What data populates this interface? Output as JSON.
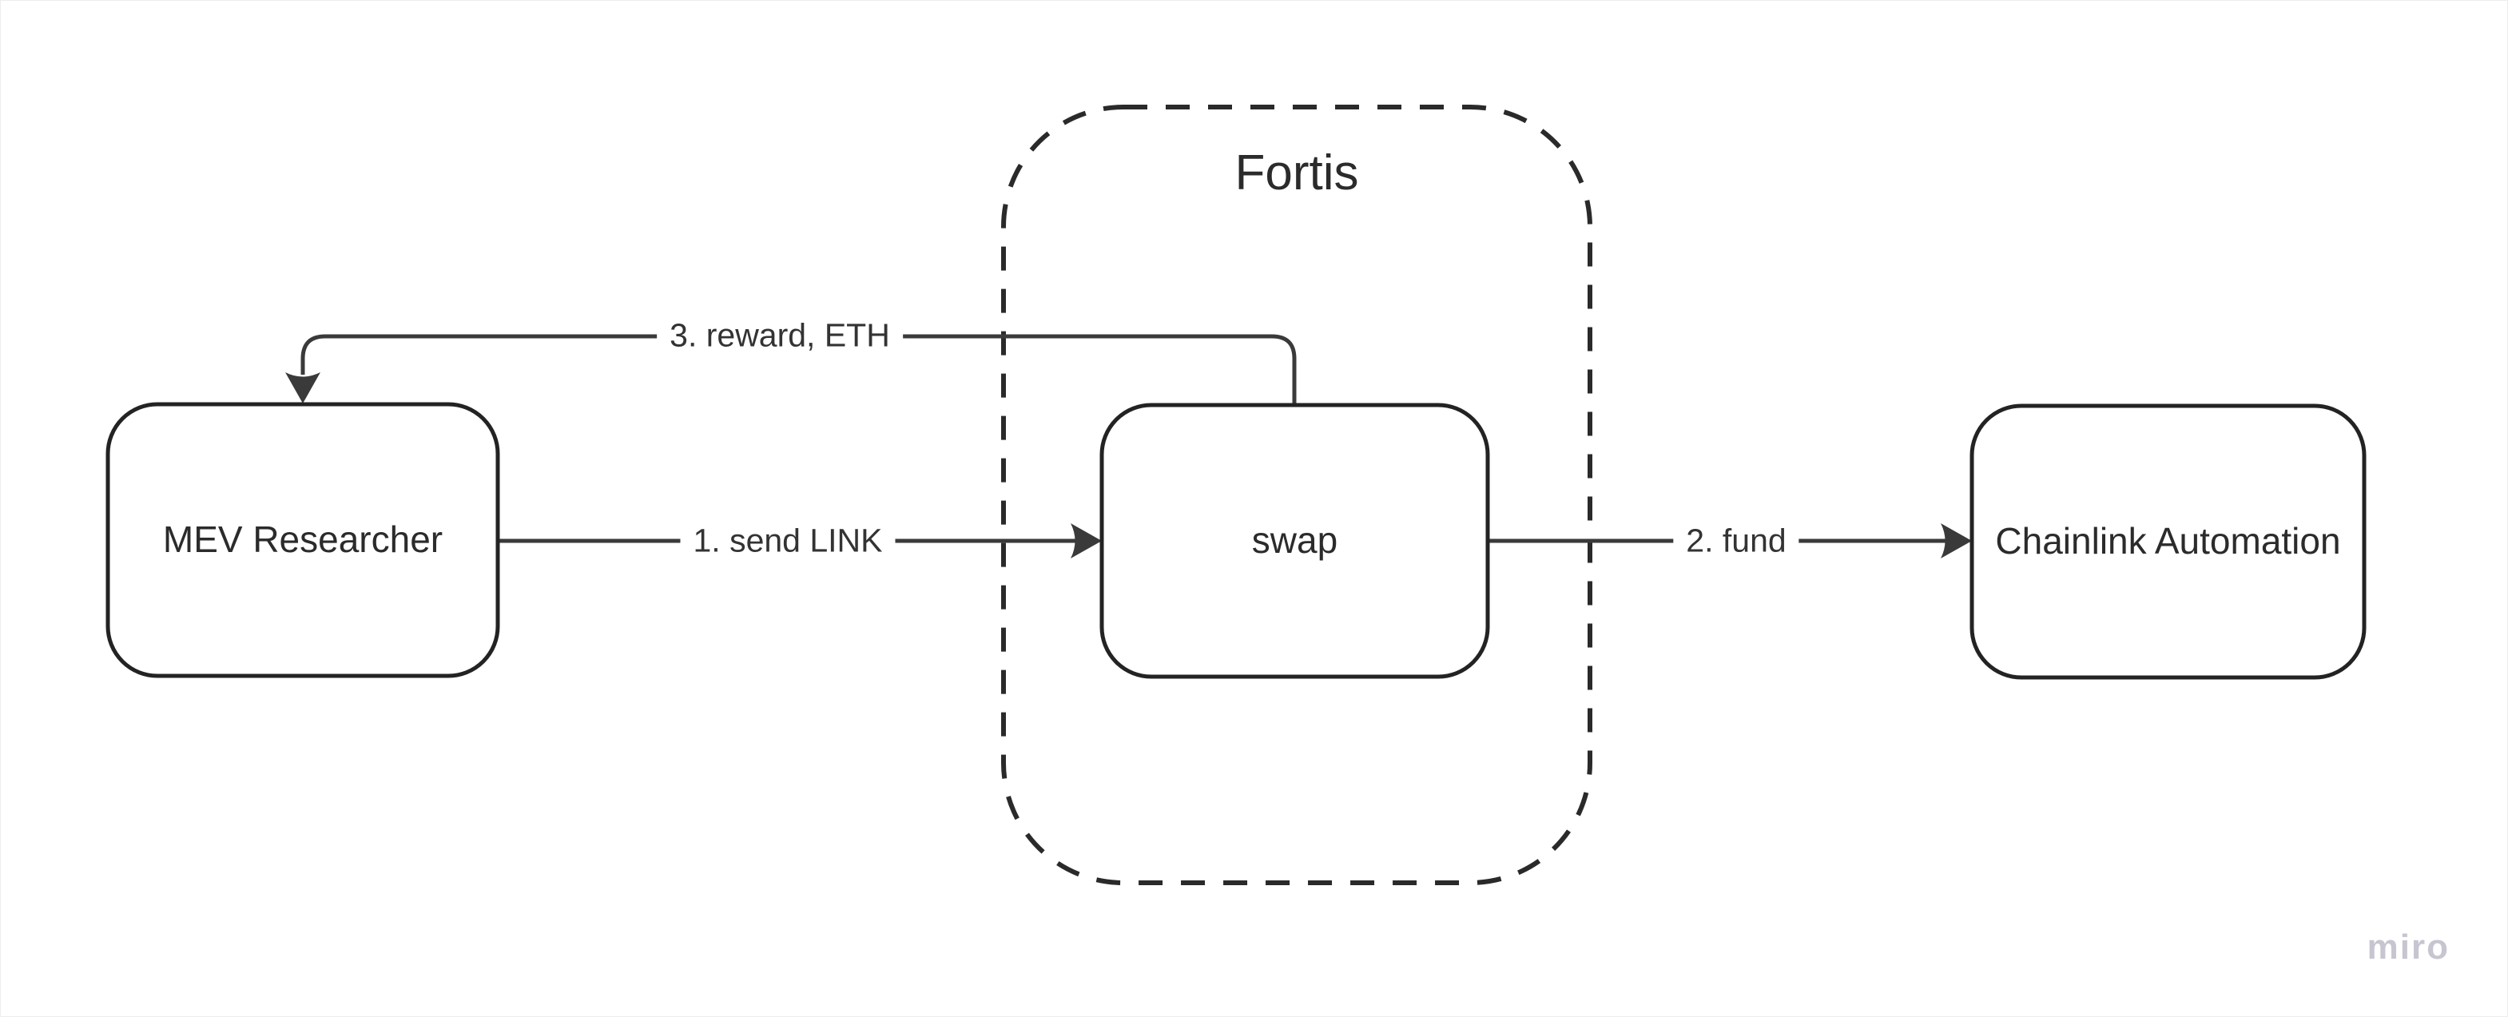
{
  "diagram": {
    "group": {
      "label": "Fortis"
    },
    "nodes": [
      {
        "id": "mev-researcher",
        "label": "MEV Researcher"
      },
      {
        "id": "swap",
        "label": "swap"
      },
      {
        "id": "chainlink-automation",
        "label": "Chainlink Automation"
      }
    ],
    "edges": [
      {
        "id": "send-link",
        "label": "1. send LINK",
        "from": "mev-researcher",
        "to": "swap"
      },
      {
        "id": "fund",
        "label": "2. fund",
        "from": "swap",
        "to": "chainlink-automation"
      },
      {
        "id": "reward-eth",
        "label": "3. reward, ETH",
        "from": "swap",
        "to": "mev-researcher"
      }
    ]
  },
  "watermark": {
    "label": "miro"
  },
  "colors": {
    "background": "#ffffff",
    "shape_stroke": "#232323",
    "connector_stroke": "#3a3a3a",
    "text": "#2b2b2b",
    "watermark": "#c6c5d0"
  }
}
